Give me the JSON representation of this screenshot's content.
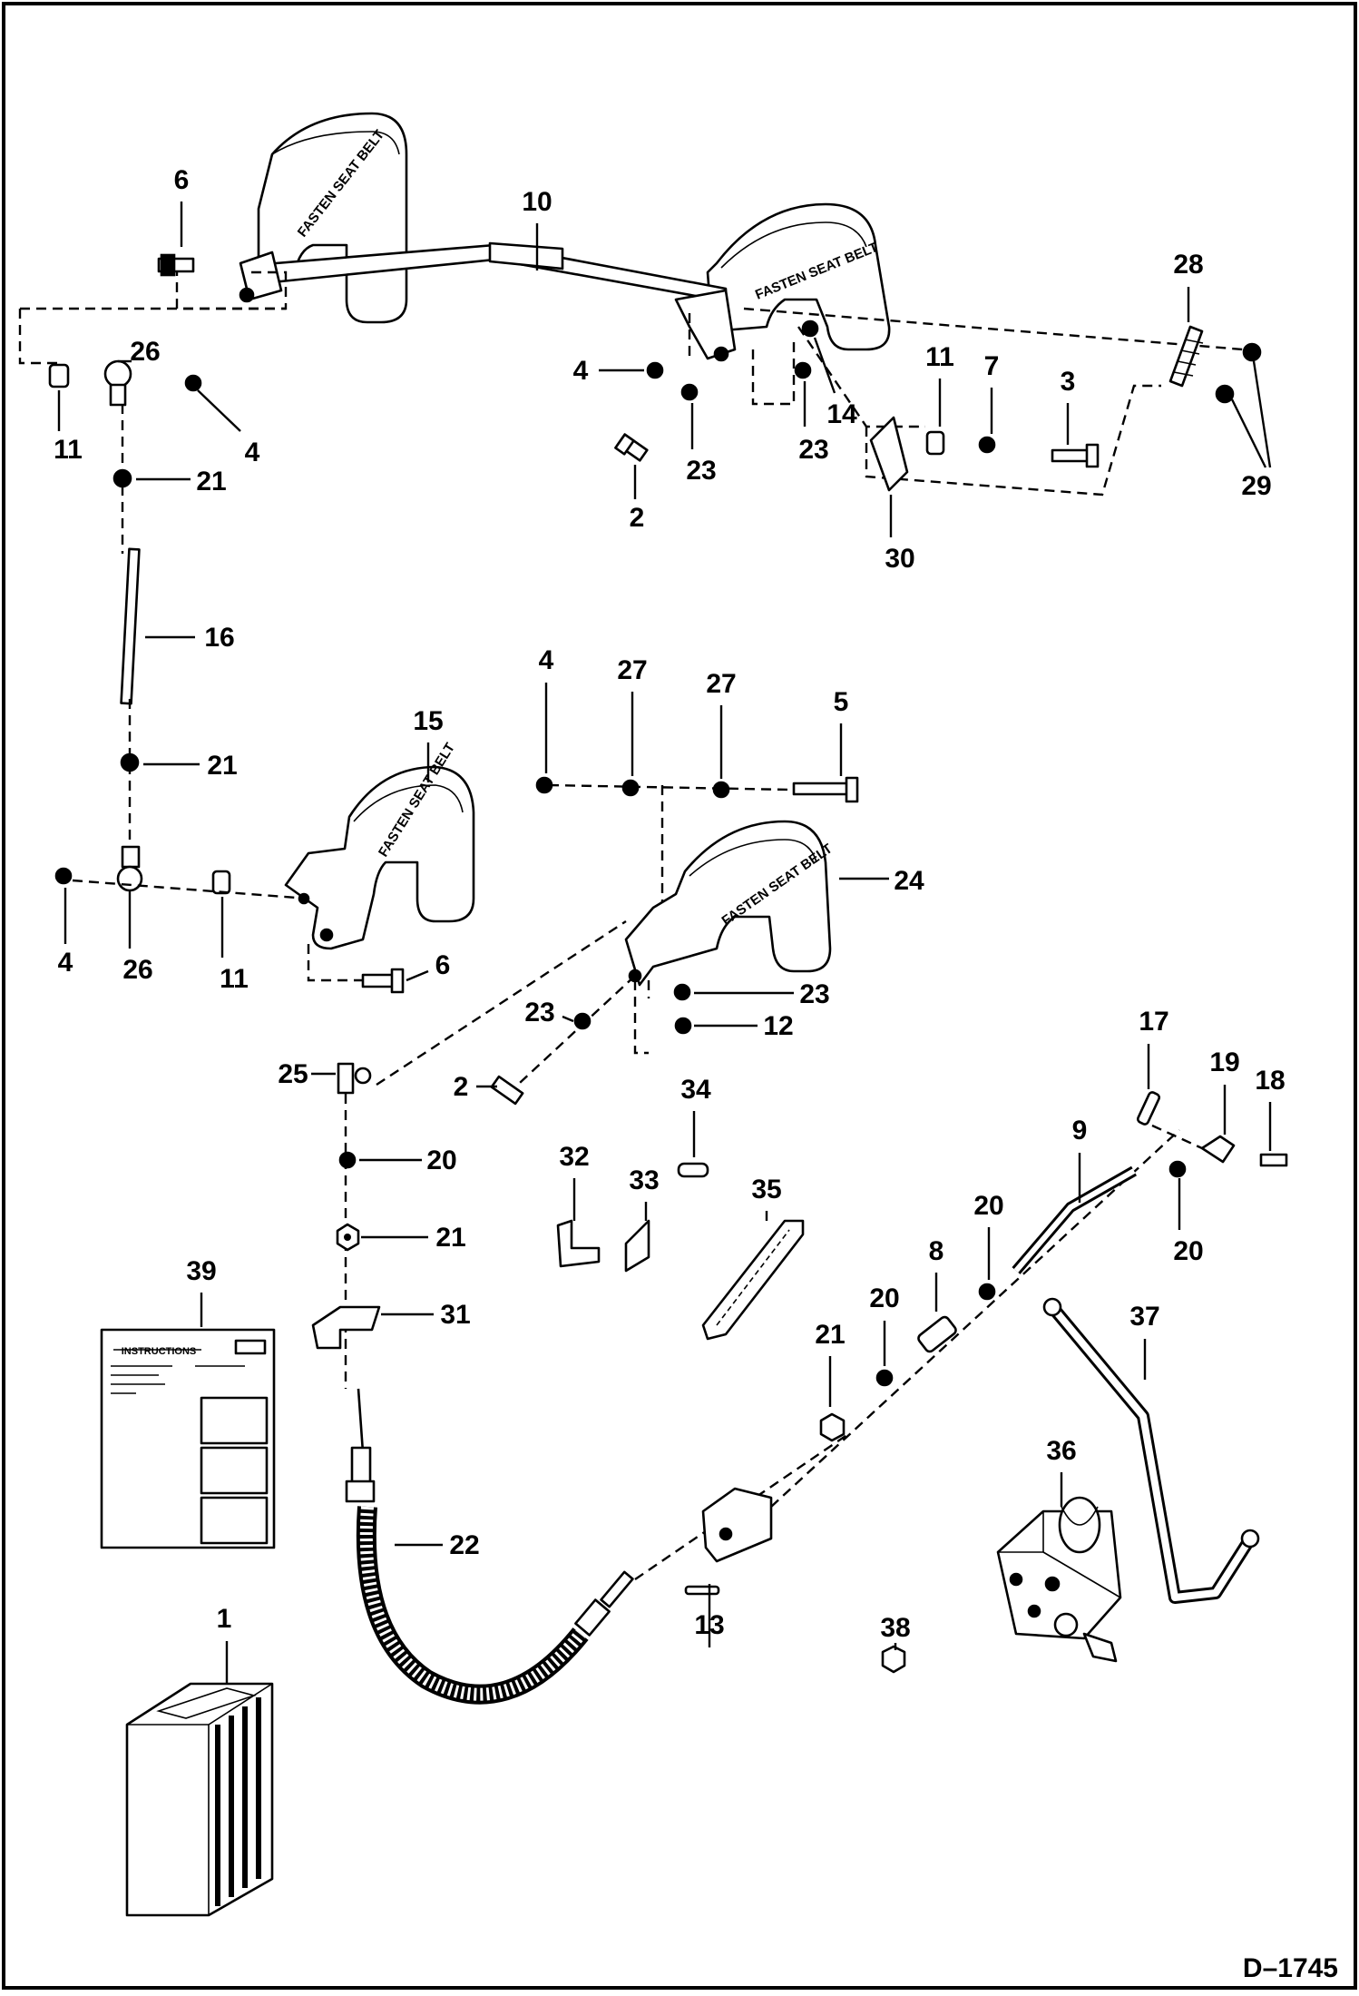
{
  "drawing_number": "D–1745",
  "seat_bar_warning": "FASTEN SEAT BELT",
  "instruction_card": {
    "heading": "INSTRUCTIONS"
  },
  "callouts": {
    "c1": "1",
    "c2a": "2",
    "c2b": "2",
    "c3": "3",
    "c4a": "4",
    "c4b": "4",
    "c4c": "4",
    "c4d": "4",
    "c5": "5",
    "c6a": "6",
    "c6b": "6",
    "c7": "7",
    "c8": "8",
    "c9": "9",
    "c10": "10",
    "c11a": "11",
    "c11b": "11",
    "c11c": "11",
    "c12": "12",
    "c13": "13",
    "c14": "14",
    "c15": "15",
    "c16": "16",
    "c17": "17",
    "c18": "18",
    "c19": "19",
    "c20a": "20",
    "c20b": "20",
    "c20c": "20",
    "c20d": "20",
    "c21a": "21",
    "c21b": "21",
    "c21c": "21",
    "c21d": "21",
    "c22": "22",
    "c23a": "23",
    "c23b": "23",
    "c23c": "23",
    "c23d": "23",
    "c24": "24",
    "c25": "25",
    "c26a": "26",
    "c26b": "26",
    "c27a": "27",
    "c27b": "27",
    "c28": "28",
    "c29": "29",
    "c30": "30",
    "c31": "31",
    "c32": "32",
    "c33": "33",
    "c34": "34",
    "c35": "35",
    "c36": "36",
    "c37": "37",
    "c38": "38",
    "c39": "39"
  }
}
